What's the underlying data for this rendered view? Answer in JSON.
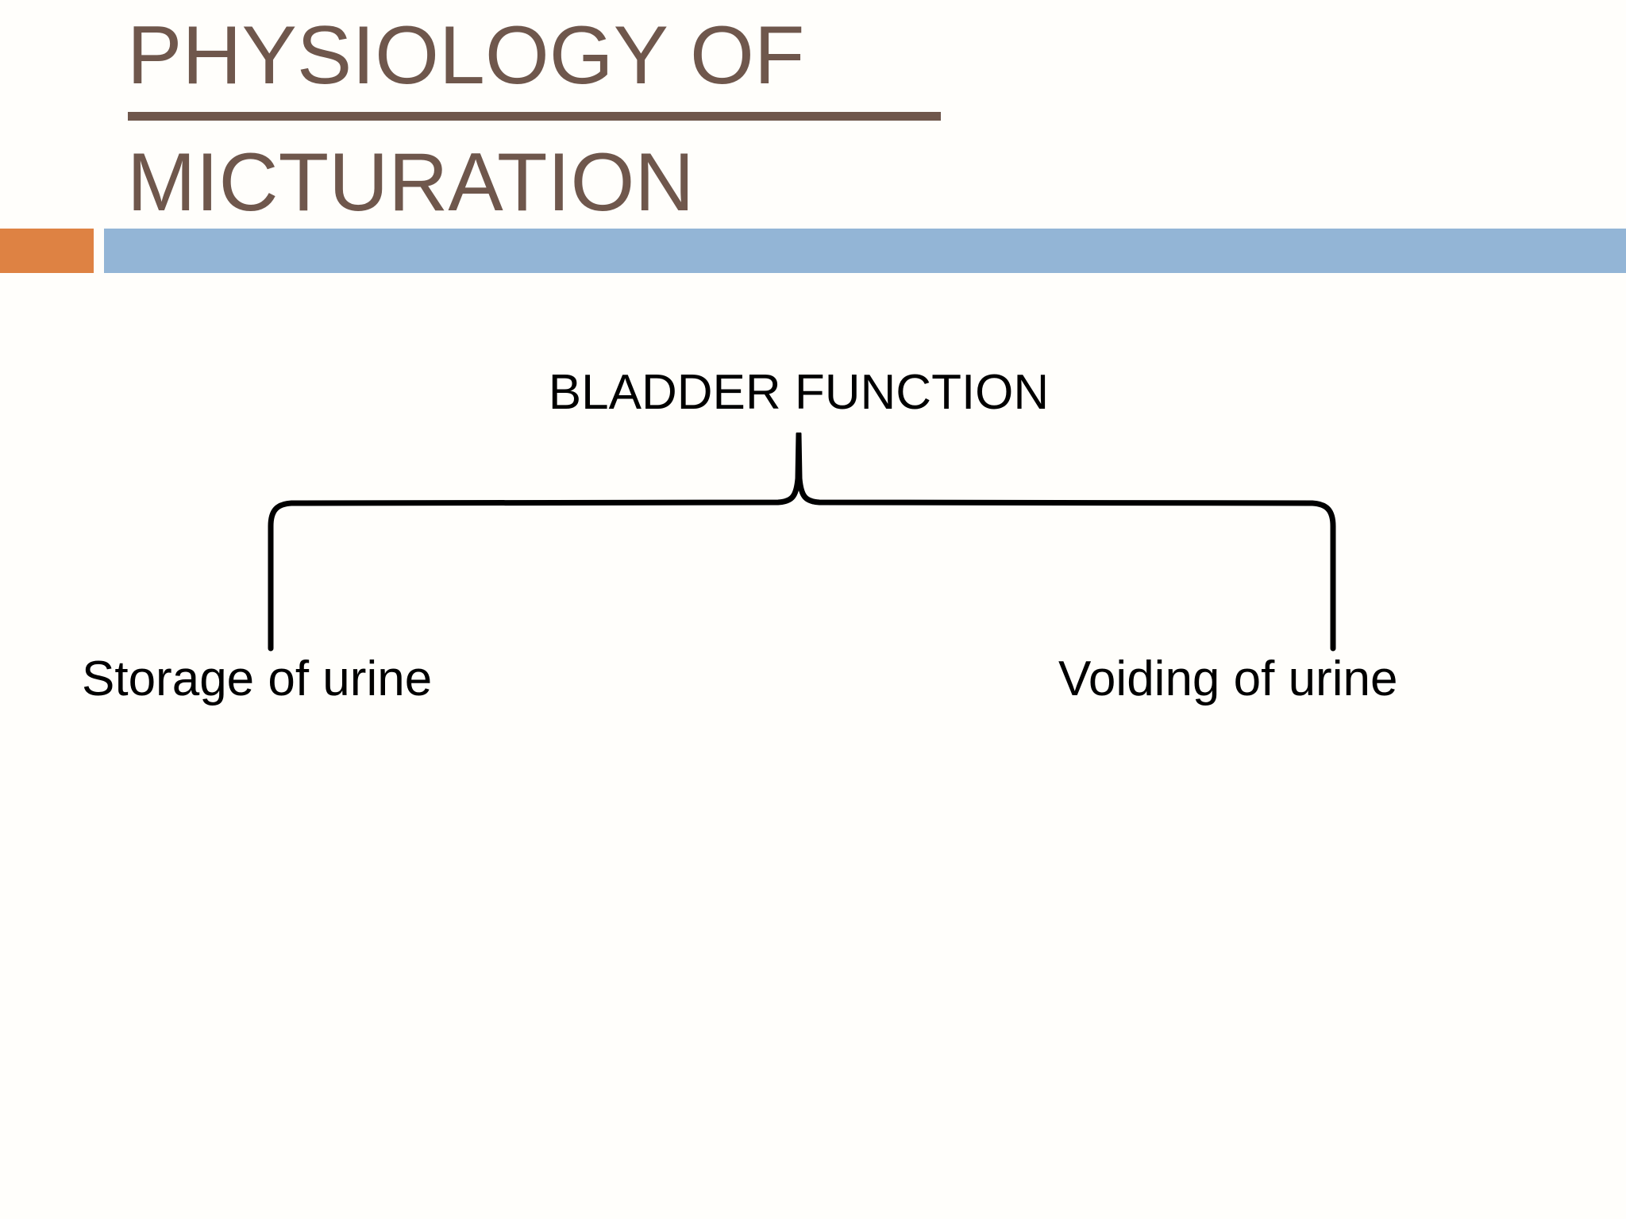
{
  "slide": {
    "title_lines": [
      "PHYSIOLOGY OF",
      "MICTURATION"
    ],
    "title_color": "#6f574c",
    "background_color": "#fffefb",
    "accent_orange": "#de8243",
    "accent_blue": "#93b5d6"
  },
  "diagram": {
    "type": "brace-hierarchy",
    "root_label": "BLADDER FUNCTION",
    "branch_labels": [
      "Storage of urine",
      "Voiding of urine"
    ],
    "connector": "inverted-curly-brace",
    "connector_color": "#000000"
  }
}
